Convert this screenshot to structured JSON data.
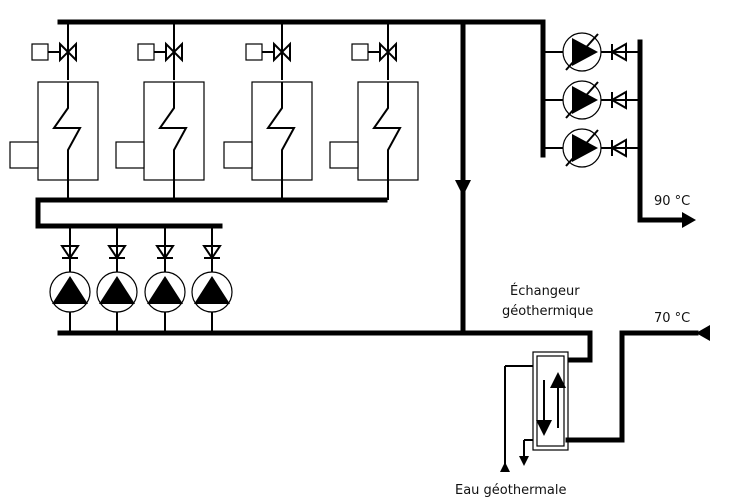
{
  "labels": {
    "temp_hot": "90 °C",
    "temp_return": "70 °C",
    "exchanger_line1": "Échangeur",
    "exchanger_line2": "géothermique",
    "geothermal_water": "Eau géothermale"
  },
  "counts": {
    "heat_pumps": 4,
    "circulation_pumps_bottom": 4,
    "circulation_pumps_right": 3
  },
  "colors": {
    "line": "#000000",
    "background": "#ffffff",
    "text": "#111111"
  }
}
